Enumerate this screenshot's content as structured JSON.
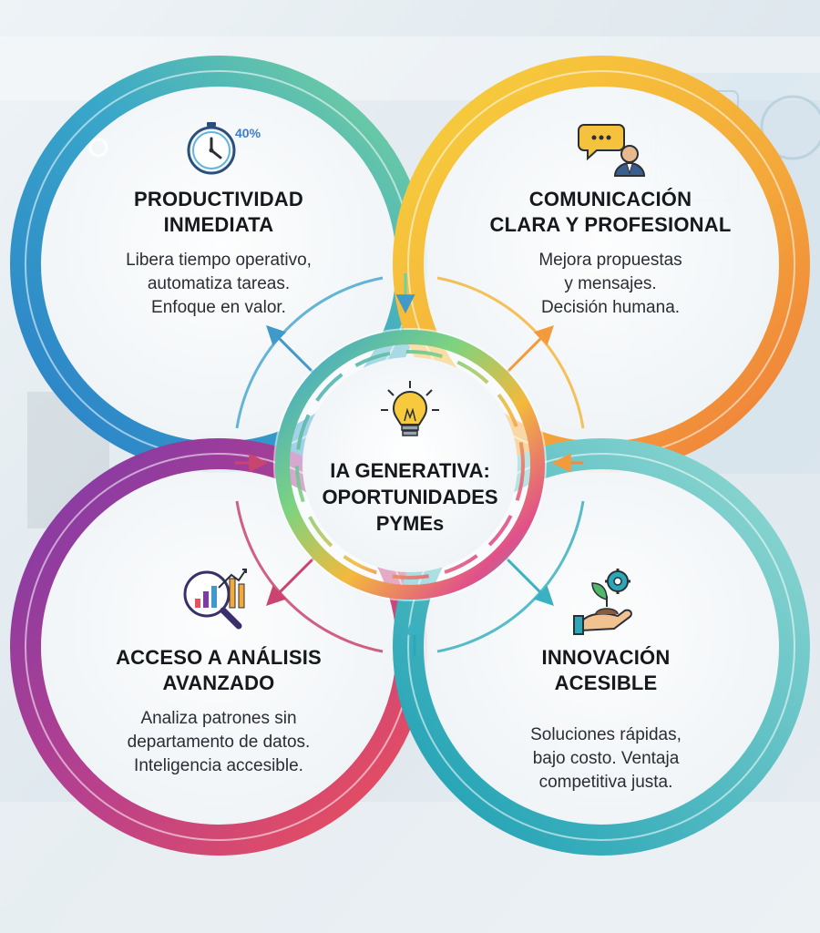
{
  "center": {
    "title_lines": [
      "IA GENERATIVA:",
      "OPORTUNIDADES",
      "PYMEs"
    ],
    "icon": "lightbulb-icon"
  },
  "quadrants": [
    {
      "id": "productividad",
      "title_lines": [
        "PRODUCTIVIDAD",
        "INMEDIATA"
      ],
      "body_lines": [
        "Libera tiempo operativo,",
        "automatiza tareas.",
        "Enfoque en valor."
      ],
      "icon": "clock-icon",
      "badge": "40%",
      "colors": [
        "#2f8fd0",
        "#6fd0a0"
      ]
    },
    {
      "id": "comunicacion",
      "title_lines": [
        "COMUNICACIÓN",
        "CLARA Y PROFESIONAL"
      ],
      "body_lines": [
        "Mejora propuestas",
        "y mensajes.",
        "Decisión humana."
      ],
      "icon": "chat-person-icon",
      "colors": [
        "#f6c63a",
        "#f08a3c"
      ]
    },
    {
      "id": "analisis",
      "title_lines": [
        "ACCESO A ANÁLISIS",
        "AVANZADO"
      ],
      "body_lines": [
        "Analiza patrones sin",
        "departamento de datos.",
        "Inteligencia accesible."
      ],
      "icon": "magnifier-chart-icon",
      "colors": [
        "#8a3fa8",
        "#e8505c"
      ]
    },
    {
      "id": "innovacion",
      "title_lines": [
        "INNOVACIÓN",
        "ACESIBLE"
      ],
      "body_lines": [
        "Soluciones rápidas,",
        "bajo costo. Ventaja",
        "competitiva justa."
      ],
      "icon": "hand-plant-gear-icon",
      "colors": [
        "#22a6b8",
        "#8fd8d2"
      ]
    }
  ]
}
